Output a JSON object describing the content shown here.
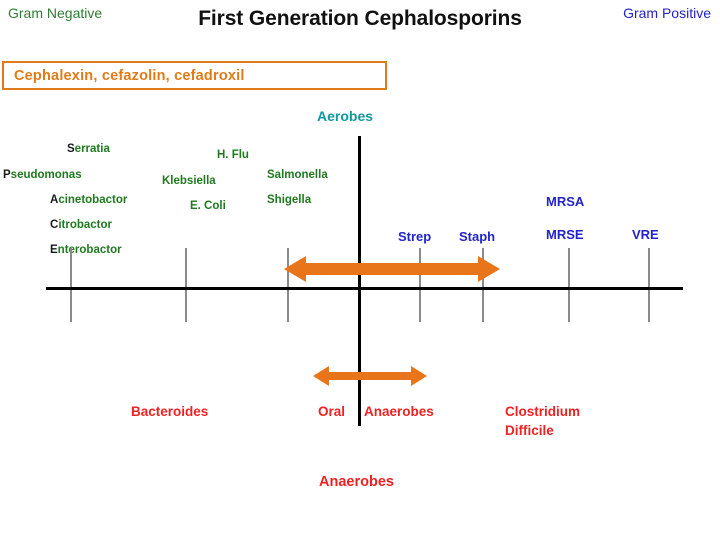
{
  "header": {
    "title": "First Generation Cephalosporins",
    "gram_negative_label": "Gram Negative",
    "gram_positive_label": "Gram Positive"
  },
  "drug_box": {
    "text": "Cephalexin,  cefazolin,  cefadroxil",
    "border_color": "#e07b18",
    "text_color": "#e07b18"
  },
  "axes": {
    "vertical_top_label": "Aerobes",
    "vertical_bottom_label": "Anaerobes",
    "vertical_top_label_color": "#11999e",
    "vertical_bottom_label_color": "#ee2222",
    "axis_color": "#000000",
    "tick_color": "#8a8a8a"
  },
  "organisms": {
    "gram_negative_color": "#1f7a1f",
    "gram_positive_color": "#2323cc",
    "gram_negative": [
      {
        "initial": "S",
        "rest": "erratia"
      },
      {
        "initial": "P",
        "rest": "seudomonas"
      },
      {
        "initial": "A",
        "rest": "cinetobactor"
      },
      {
        "initial": "C",
        "rest": "itrobactor"
      },
      {
        "initial": "E",
        "rest": "nterobactor"
      },
      {
        "initial": "",
        "rest": "H. Flu"
      },
      {
        "initial": "",
        "rest": "Klebsiella"
      },
      {
        "initial": "",
        "rest": "E. Coli"
      },
      {
        "initial": "",
        "rest": "Salmonella"
      },
      {
        "initial": "",
        "rest": "Shigella"
      }
    ],
    "gram_positive": [
      {
        "name": "Strep"
      },
      {
        "name": "Staph"
      },
      {
        "name": "MRSA"
      },
      {
        "name": "MRSE"
      },
      {
        "name": "VRE"
      }
    ]
  },
  "anaerobes": {
    "color": "#ee2222",
    "left_label": "Bacteroides",
    "center_label_a": "Oral",
    "center_label_b": "Anaerobes",
    "right_label_line1": "Clostridium",
    "right_label_line2": "Difficile"
  },
  "coverage_arrows": {
    "color": "#e8751a",
    "aerobic_arrow_label": "aerobic-coverage-arrow",
    "anaerobic_arrow_label": "anaerobic-coverage-arrow"
  },
  "chart_data": {
    "type": "diagram",
    "title": "First Generation Cephalosporins",
    "description": "Antibiotic spectrum-of-activity chart. Horizontal axis runs from Gram Negative (left) to Gram Positive (right); vertical axis separates Aerobes (top) from Anaerobes (bottom). Orange double-headed arrows mark the coverage span of cephalexin, cefazolin and cefadroxil.",
    "xlabel_left": "Gram Negative",
    "xlabel_right": "Gram Positive",
    "ylabel_top": "Aerobes",
    "ylabel_bottom": "Anaerobes",
    "coverage": [
      {
        "quadrant": "aerobes",
        "from": "just left of the aerobe/anaerobe axis (covers Salmonella/Shigella column)",
        "to": "Staph column",
        "covers": [
          "Salmonella",
          "Shigella",
          "Strep",
          "Staph"
        ],
        "not_covered": [
          "Serratia",
          "Pseudomonas",
          "Acinetobactor",
          "Citrobactor",
          "Enterobactor",
          "H. Flu",
          "Klebsiella",
          "E. Coli",
          "MRSA",
          "MRSE",
          "VRE"
        ]
      },
      {
        "quadrant": "anaerobes",
        "from": "left of the vertical axis",
        "to": "right of the vertical axis",
        "covers": [
          "Oral Anaerobes"
        ],
        "not_covered": [
          "Bacteroides",
          "Clostridium Difficile"
        ]
      }
    ]
  }
}
